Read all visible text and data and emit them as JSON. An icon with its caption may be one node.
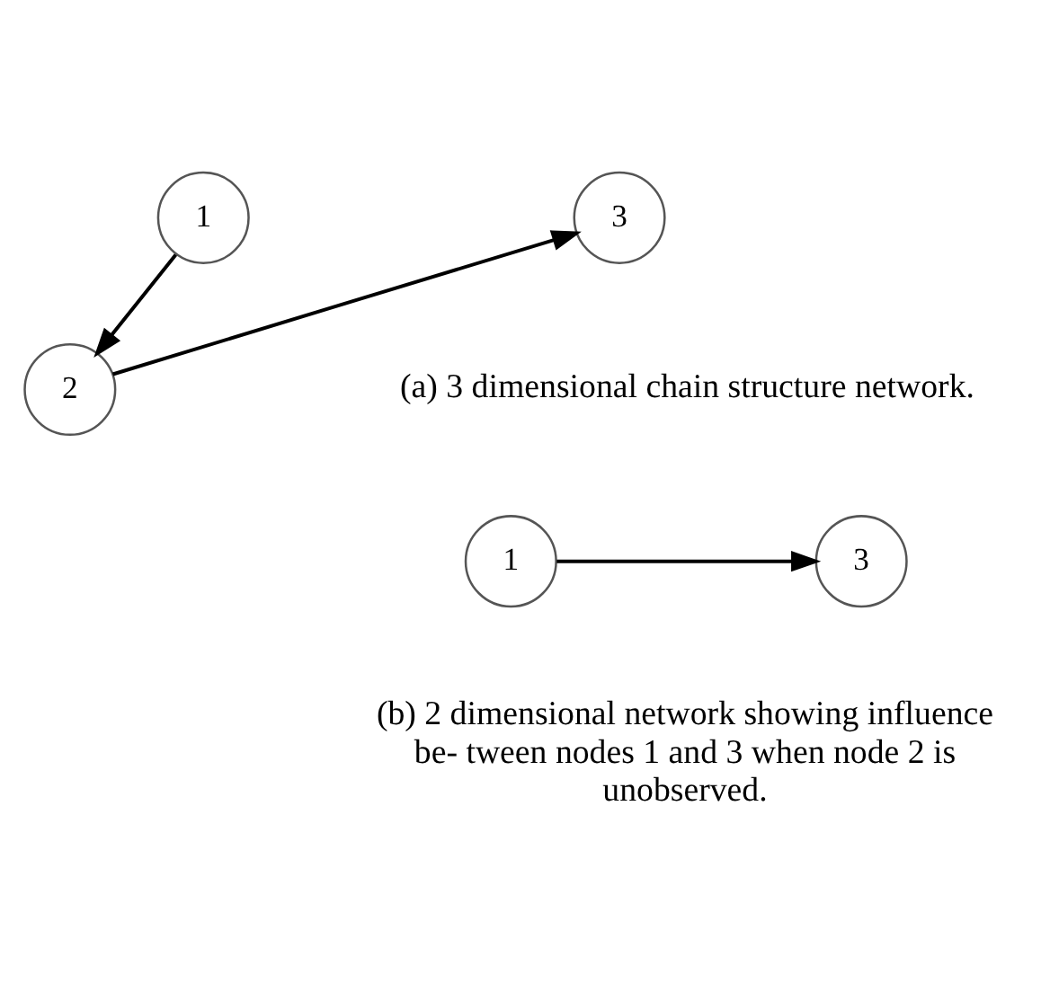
{
  "diagram": {
    "nodes": [
      {
        "text": [
          "1"
        ]
      },
      {
        "text": [
          "2"
        ]
      },
      {
        "text": [
          "3"
        ]
      },
      {
        "text": [
          "1"
        ]
      },
      {
        "text": [
          "3"
        ]
      }
    ],
    "edges": [
      {
        "from": 0,
        "to": 1,
        "arrow": "to"
      },
      {
        "from": 1,
        "to": 2,
        "arrow": "to"
      },
      {
        "from": 3,
        "to": 4,
        "arrow": "to"
      }
    ],
    "labels": [
      "(a) 3 dimensional chain structure network.",
      "(b) 2 dimensional network showing influence be- tween nodes 1 and 3 when node 2 is unobserved."
    ]
  }
}
